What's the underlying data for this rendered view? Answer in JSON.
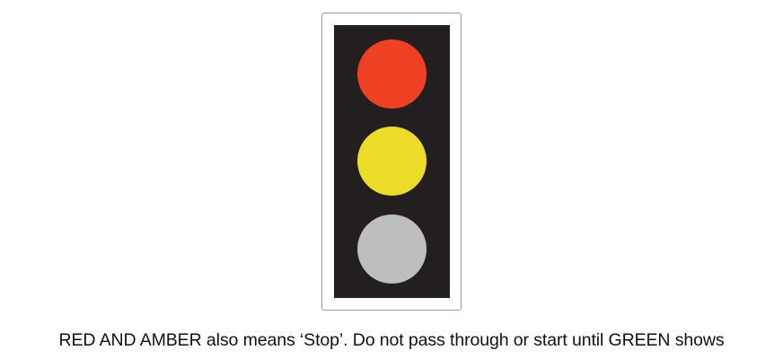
{
  "signal": {
    "lamps": [
      {
        "name": "red",
        "state": "on",
        "color": "#ee4123"
      },
      {
        "name": "amber",
        "state": "on",
        "color": "#ecdc27"
      },
      {
        "name": "green",
        "state": "off",
        "color": "#bcbec0"
      }
    ],
    "housing_color": "#231f20"
  },
  "caption": "RED AND AMBER also means ‘Stop’. Do not pass through or start until GREEN shows"
}
